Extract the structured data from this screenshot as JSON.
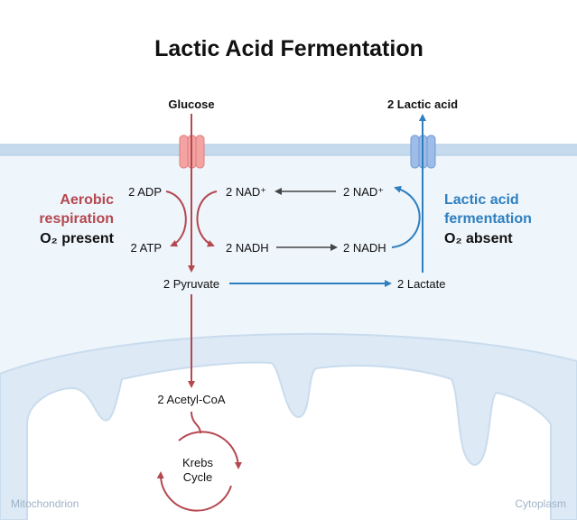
{
  "title": "Lactic Acid Fermentation",
  "labels": {
    "glucose": "Glucose",
    "lactic_acid_out": "2 Lactic acid",
    "adp": "2 ADP",
    "atp": "2 ATP",
    "nad_plus_left": "2 NAD⁺",
    "nadh_left": "2 NADH",
    "nad_plus_right": "2 NAD⁺",
    "nadh_right": "2 NADH",
    "pyruvate": "2 Pyruvate",
    "lactate": "2 Lactate",
    "acetyl_coa": "2 Acetyl-CoA",
    "krebs_line1": "Krebs",
    "krebs_line2": "Cycle"
  },
  "aerobic": {
    "line1": "Aerobic",
    "line2": "respiration",
    "condition": "O₂ present"
  },
  "fermentation": {
    "line1": "Lactic acid",
    "line2": "fermentation",
    "condition": "O₂ absent"
  },
  "regions": {
    "mitochondrion": "Mitochondrion",
    "cytoplasm": "Cytoplasm"
  },
  "colors": {
    "aerobic_red": "#b5474f",
    "fermentation_blue": "#2e7fc0",
    "neutral_arrow": "#444444",
    "cytoplasm_fill": "#eef5fb",
    "membrane": "#c5dbed",
    "channel_red": "#f4a3a3",
    "channel_blue": "#9dbce8"
  }
}
